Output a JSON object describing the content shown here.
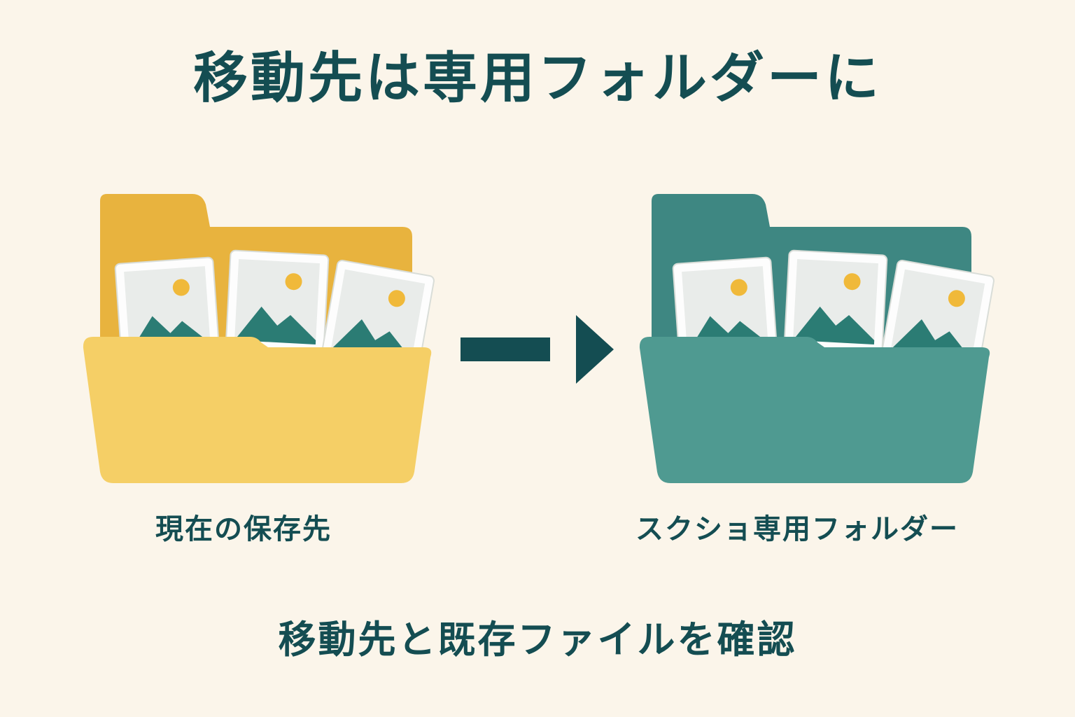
{
  "title": "移動先は専用フォルダーに",
  "source_folder": {
    "label": "現在の保存先",
    "color_front": "#f5cf66",
    "color_back": "#e8b33e"
  },
  "destination_folder": {
    "label": "スクショ専用フォルダー",
    "color_front": "#4f9a91",
    "color_back": "#3e8782"
  },
  "arrow": {
    "direction": "right",
    "color": "#144d52"
  },
  "footer": "移動先と既存ファイルを確認",
  "icons": {
    "photo": "photo-icon",
    "folder": "folder-icon",
    "arrow": "arrow-right-icon"
  }
}
